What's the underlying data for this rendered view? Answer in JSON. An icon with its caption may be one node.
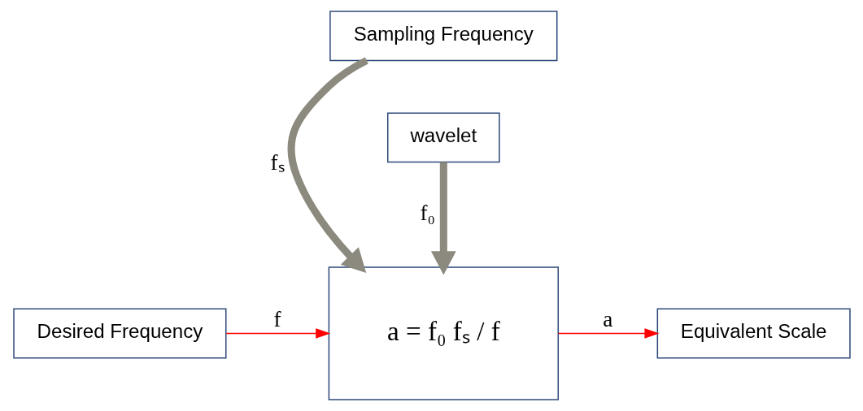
{
  "diagram": {
    "nodes": [
      {
        "text": [
          "Sampling Frequency"
        ]
      },
      {
        "text": [
          "Desired Frequency"
        ]
      },
      {
        "text": [
          "a = f₀ fₛ / f"
        ]
      },
      {
        "text": [
          "Equivalent Scale"
        ]
      },
      {
        "text": [
          "wavelet"
        ]
      }
    ],
    "edges": [
      {
        "from": 0,
        "to": 2,
        "arrow": "to",
        "label": "fₛ",
        "style": "thick",
        "color": "#8c8a7e"
      },
      {
        "from": 1,
        "to": 2,
        "arrow": "to",
        "label": "f",
        "color": "#ff0000"
      },
      {
        "from": 2,
        "to": 3,
        "arrow": "to",
        "label": "a",
        "color": "#ff0000"
      },
      {
        "from": 4,
        "to": 2,
        "arrow": "to",
        "label": "f₀",
        "style": "thick",
        "color": "#8c8a7e"
      }
    ]
  }
}
